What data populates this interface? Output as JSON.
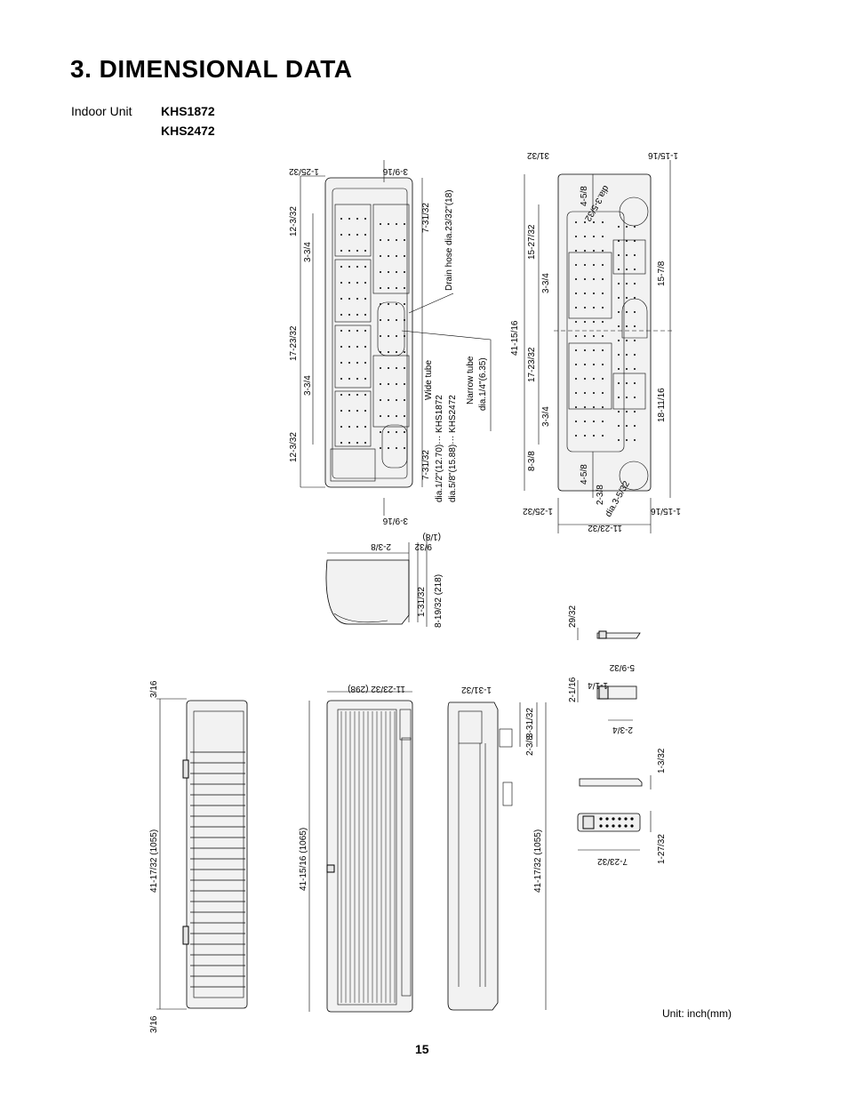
{
  "header": {
    "title": "3. DIMENSIONAL DATA",
    "unit_label": "Indoor Unit",
    "models": [
      "KHS1872",
      "KHS2472"
    ]
  },
  "rear_view_left": {
    "dims": [
      "1-25/32",
      "3-9/16",
      "12-3/32",
      "3-3/4",
      "17-23/32",
      "3-3/4",
      "12-3/32",
      "7-31/32",
      "7-31/32",
      "3-9/16"
    ],
    "drain_label": "Drain hose dia.23/32\"(18)",
    "wide_tube": [
      "Wide tube",
      "dia.1/2\"(12.70)··· KHS1872",
      "dia.5/8\"(15.88)··· KHS2472"
    ],
    "narrow_tube": [
      "Narrow tube",
      "dia.1/4\"(6.35)"
    ]
  },
  "rear_view_right": {
    "dims": [
      "31/32",
      "1-15/16",
      "dia.3-5/32",
      "4-5/8",
      "15-27/32",
      "3-3/4",
      "15-7/8",
      "41-15/16",
      "17-23/32",
      "3-3/4",
      "18-11/16",
      "8-3/8",
      "4-5/8",
      "2-3/8",
      "dia.3-5/32",
      "1-25/32",
      "1-15/16",
      "11-23/32"
    ]
  },
  "side_section": {
    "dims": [
      "2-3/8",
      "9/32",
      "(1/8)",
      "1-31/32",
      "8-19/32 (218)"
    ]
  },
  "bottom_views": {
    "side_left": [
      "3/16",
      "41-17/32 (1055)",
      "3/16"
    ],
    "front": [
      "11-23/32 (298)",
      "41-15/16 (1065)"
    ],
    "side_right": [
      "1-31/32",
      "3-31/32",
      "2-3/8",
      "41-17/32 (1055)"
    ]
  },
  "remote": {
    "holder_dims": [
      "29/32",
      "5-9/32",
      "1-1/4",
      "2-1/16",
      "2-3/4"
    ],
    "remote_dims": [
      "1-3/32",
      "7-23/32",
      "1-27/32"
    ]
  },
  "footer": {
    "unit_note": "Unit: inch(mm)",
    "page_number": "15"
  }
}
